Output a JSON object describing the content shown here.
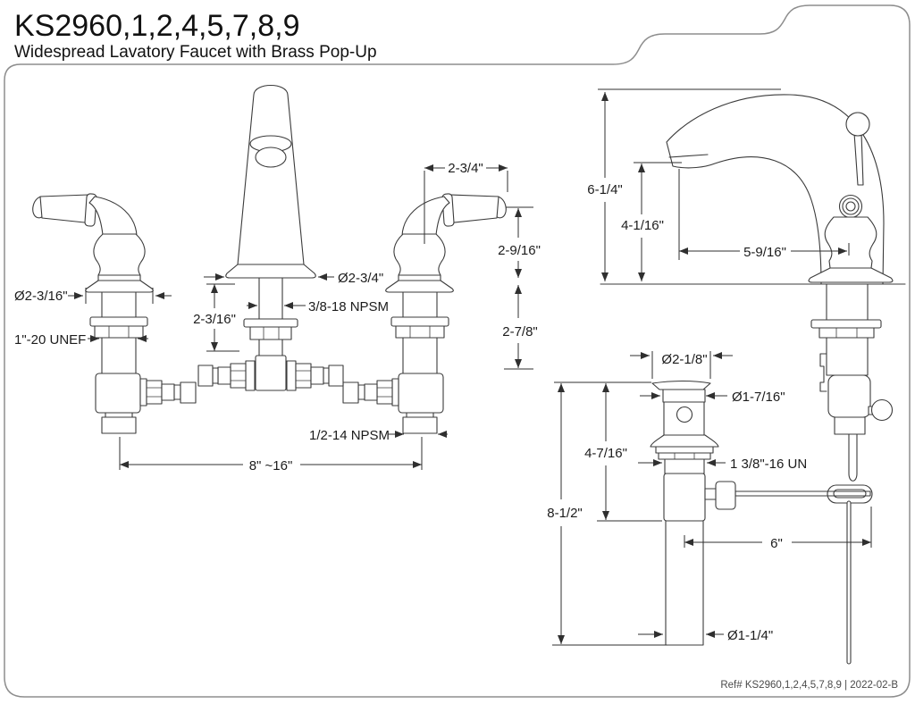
{
  "header": {
    "model": "KS2960,1,2,4,5,7,8,9",
    "subtitle": "Widespread Lavatory Faucet with Brass Pop-Up"
  },
  "footer": {
    "ref": "Ref# KS2960,1,2,4,5,7,8,9 | 2022-02-B"
  },
  "dims": {
    "front": {
      "escutcheon_dia": "Ø2-3/16\"",
      "shank_thread": "1\"-20 UNEF",
      "spout_shank_exposed": "2-3/16\"",
      "spout_shank_thread": "3/8-18 NPSM",
      "spout_base_dia": "Ø2-3/4\"",
      "handle_width": "2-3/4\"",
      "handle_height": "2-9/16\"",
      "shank_length": "2-7/8\"",
      "outlet_thread": "1/2-14 NPSM",
      "spread": "8\" ~16\""
    },
    "side": {
      "spout_height": "6-1/4\"",
      "outlet_height": "4-1/16\"",
      "reach": "5-9/16\""
    },
    "drain": {
      "flange_dia": "Ø2-1/8\"",
      "body_dia": "Ø1-7/16\"",
      "drain_height": "4-7/16\"",
      "drain_thread": "1 3/8\"-16 UN",
      "overall_height": "8-1/2\"",
      "rod_length": "6\"",
      "tail_dia": "Ø1-1/4\""
    }
  },
  "colors": {
    "line": "#3b3b3b",
    "dim_line": "#2f2f2f",
    "border": "#8d8d8d",
    "text": "#1c1c1c"
  }
}
